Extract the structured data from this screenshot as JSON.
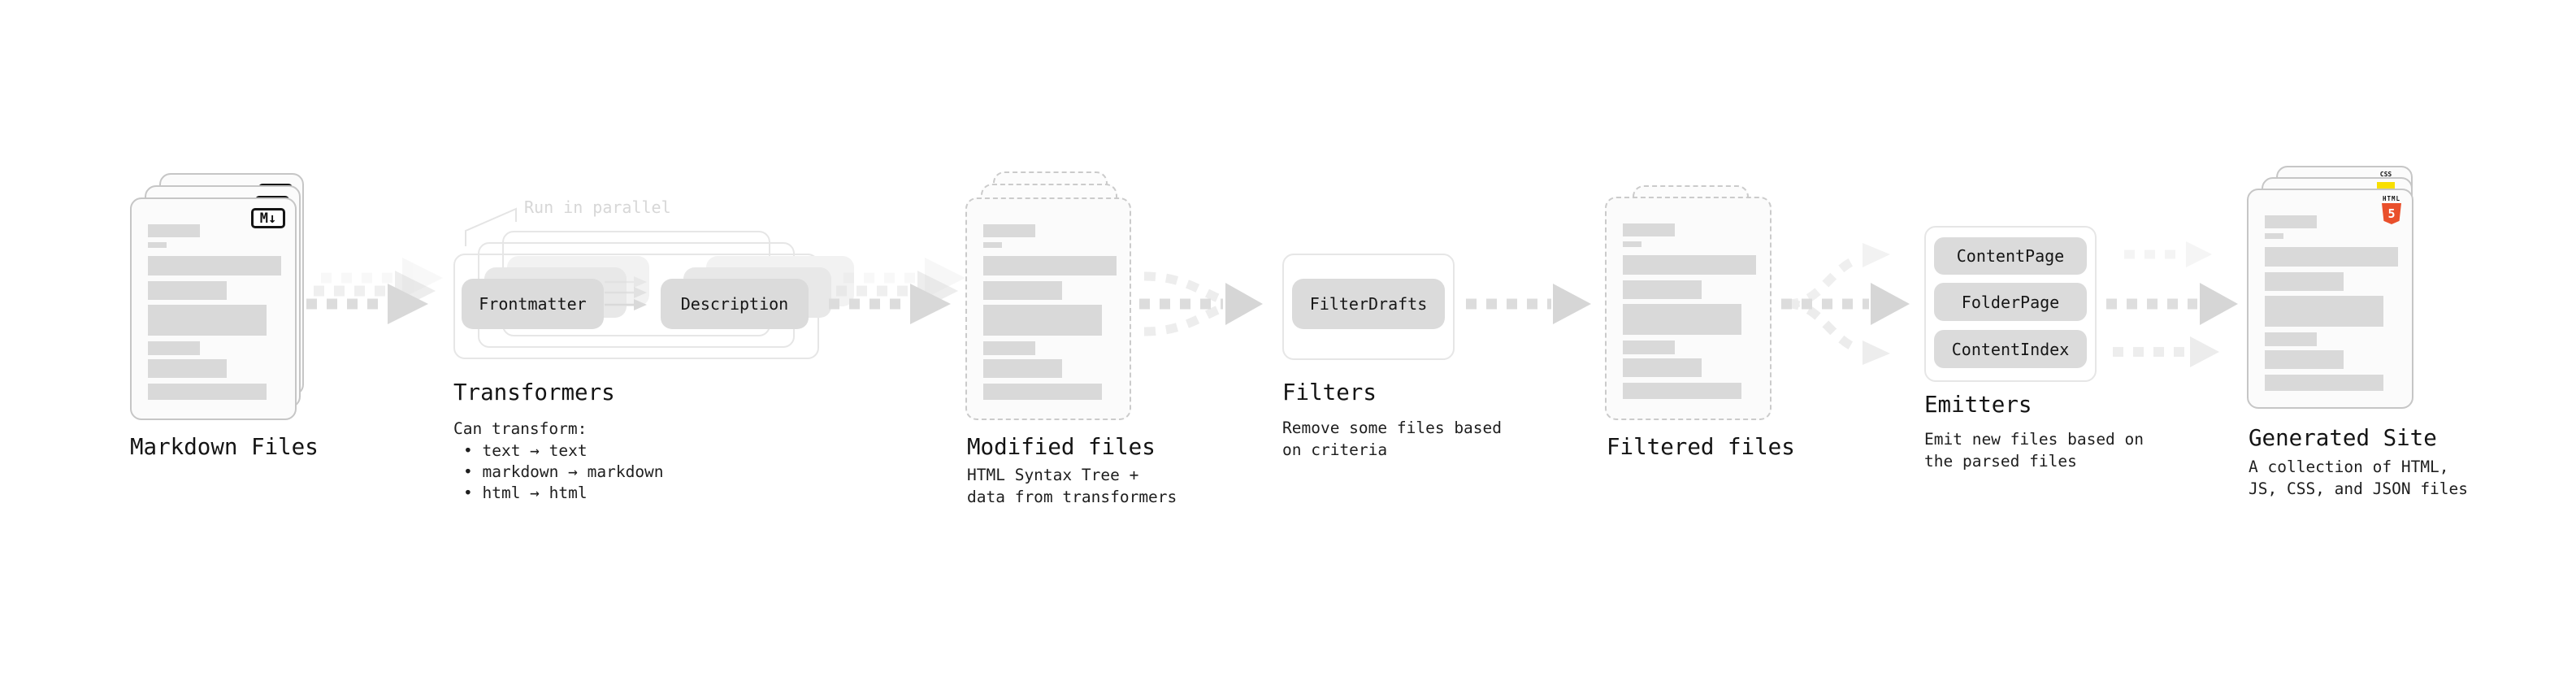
{
  "sections": {
    "markdown": {
      "title": "Markdown Files"
    },
    "transformers": {
      "title": "Transformers",
      "run_label": "Run in parallel",
      "pill_frontmatter": "Frontmatter",
      "pill_description": "Description",
      "caption_heading": "Can transform:",
      "bullets": [
        "• text → text",
        "• markdown → markdown",
        "• html → html"
      ]
    },
    "modified": {
      "title": "Modified files",
      "caption": "HTML Syntax Tree +\ndata from transformers"
    },
    "filters": {
      "title": "Filters",
      "pill": "FilterDrafts",
      "caption": "Remove some files based\non criteria"
    },
    "filtered": {
      "title": "Filtered files"
    },
    "emitters": {
      "title": "Emitters",
      "pills": [
        "ContentPage",
        "FolderPage",
        "ContentIndex"
      ],
      "caption": "Emit new files based on\nthe parsed files"
    },
    "generated": {
      "title": "Generated Site",
      "caption": "A collection of HTML,\nJS, CSS, and JSON files"
    }
  },
  "icons": {
    "markdown_badge": "M↓",
    "css_label": "CSS",
    "html_label": "HTML",
    "html_number": "5"
  },
  "colors": {
    "accent_html5": "#e9502c",
    "accent_js": "#f8df00",
    "accent_css": "#2b66f6",
    "pill_fill": "#dbdbdb",
    "bar_fill": "#d9d9d9",
    "card_border": "#c6c6c6",
    "dashed_border": "#cbcbcb",
    "frame_border": "#e6e6e6",
    "arrow_dash": "#dcdcdc",
    "faded_text": "#d7d7d7"
  }
}
